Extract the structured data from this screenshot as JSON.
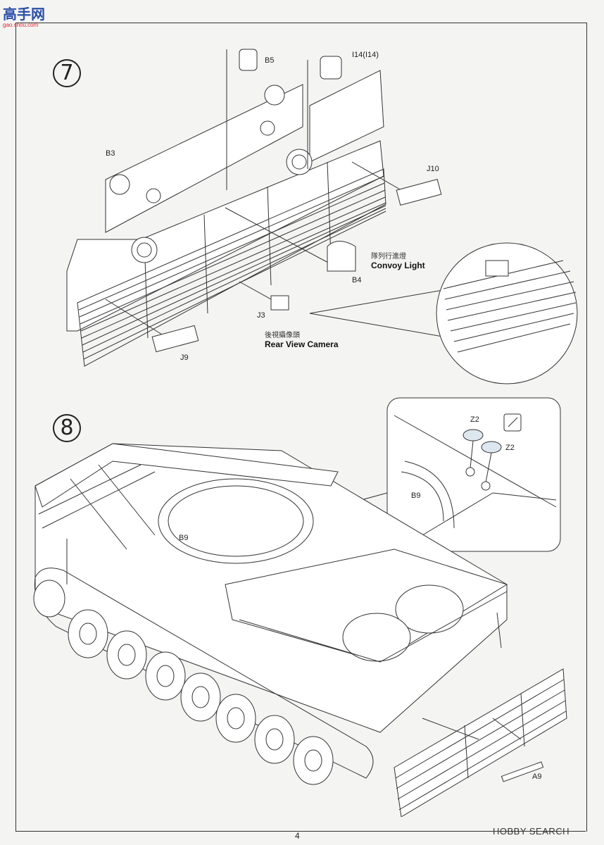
{
  "watermark": {
    "cn": "高手网",
    "url": "gao.shou.com"
  },
  "steps": [
    {
      "number": "7",
      "parts": [
        "B5",
        "I14(I14)",
        "B3",
        "J10",
        "B4",
        "J3",
        "J9"
      ],
      "callouts": [
        {
          "cn": "隊列行進燈",
          "en": "Convoy Light"
        },
        {
          "cn": "後視攝像頭",
          "en": "Rear View Camera"
        }
      ]
    },
    {
      "number": "8",
      "parts": [
        "Z2",
        "Z2",
        "B9",
        "B9",
        "A9"
      ]
    }
  ],
  "footer": {
    "page_number": "4",
    "brand": "HOBBY SEARCH"
  }
}
